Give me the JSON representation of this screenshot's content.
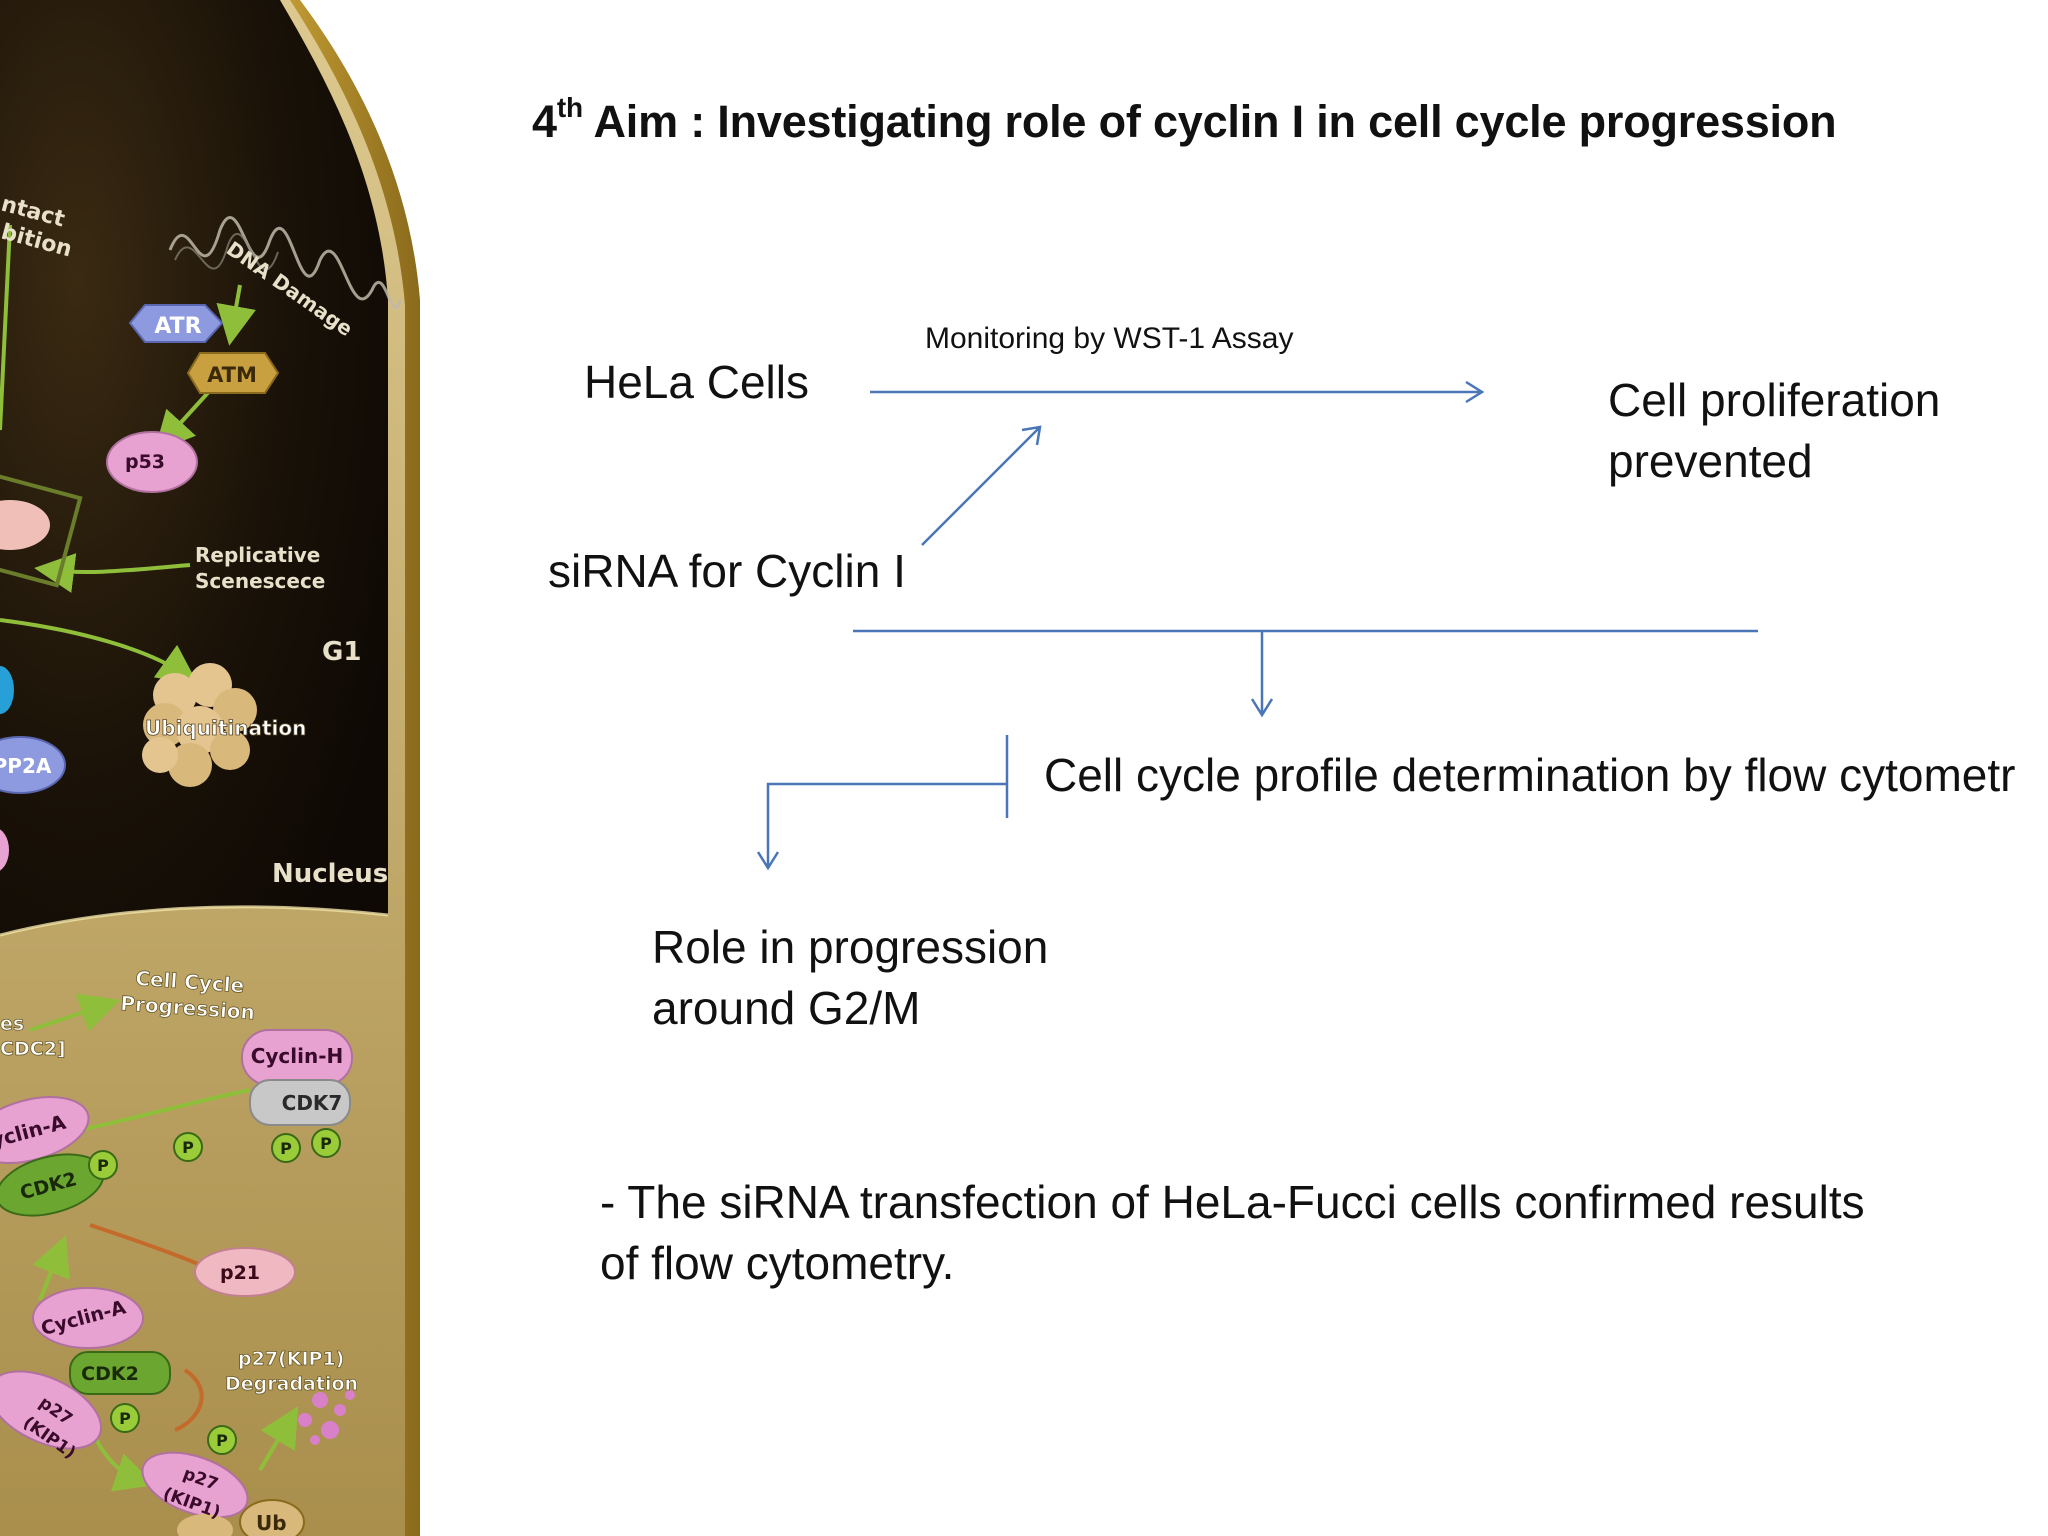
{
  "title": {
    "ordinal": "4",
    "ordinal_suffix": "th",
    "text": " Aim : Investigating role of cyclin I in cell cycle progression"
  },
  "flow": {
    "hela_cells": "HeLa Cells",
    "monitoring": "Monitoring by WST-1 Assay",
    "result_line1": "Cell proliferation",
    "result_line2": "prevented",
    "sirna": "siRNA for Cyclin I",
    "cell_cycle_profile": "Cell cycle profile determination by flow cytometr",
    "role_line1": "Role in progression",
    "role_line2": "around G2/M",
    "note_line1": "- The siRNA transfection of HeLa-Fucci cells confirmed results",
    "note_line2": "of flow cytometry."
  },
  "pathway_labels": {
    "contact_inhibition": [
      "ntact",
      "bition"
    ],
    "dna_damage": "DNA Damage",
    "atr": "ATR",
    "atm": "ATM",
    "p53": "p53",
    "replicative": [
      "Replicative",
      "Scenescece"
    ],
    "g1": "G1",
    "ubiquitination": "Ubiquitination",
    "pp2a": "PP2A",
    "nucleus": "Nucleus",
    "cell_cycle_progression": [
      "Cell Cycle",
      "Progression"
    ],
    "cdc2": [
      "es",
      "CDC2]"
    ],
    "cyclin_h": "Cyclin-H",
    "cdk7": "CDK7",
    "cyclin_a_top": "yclin-A",
    "cdk2_top": "CDK2",
    "p": "P",
    "p21": "p21",
    "cyclin_a_bottom": "Cyclin-A",
    "cdk2_bottom": "CDK2",
    "p27_kip1_degradation": [
      "p27(KIP1)",
      "Degradation"
    ],
    "p27_left": [
      "p27",
      "(KIP1)"
    ],
    "p27_bottom": [
      "p27",
      "(KIP1)"
    ],
    "ub": "Ub"
  },
  "colors": {
    "arrow_blue": "#4a76b8",
    "membrane_gold": "#c99a2a",
    "nucleus_dark": "#120d06",
    "cytoplasm_tan": "#cdb57a",
    "arrow_green": "#8fbf3a",
    "protein_pink": "#e8a2d2",
    "protein_blue": "#8d9ae0",
    "protein_gold": "#c9a040",
    "protein_green": "#6aa630"
  }
}
